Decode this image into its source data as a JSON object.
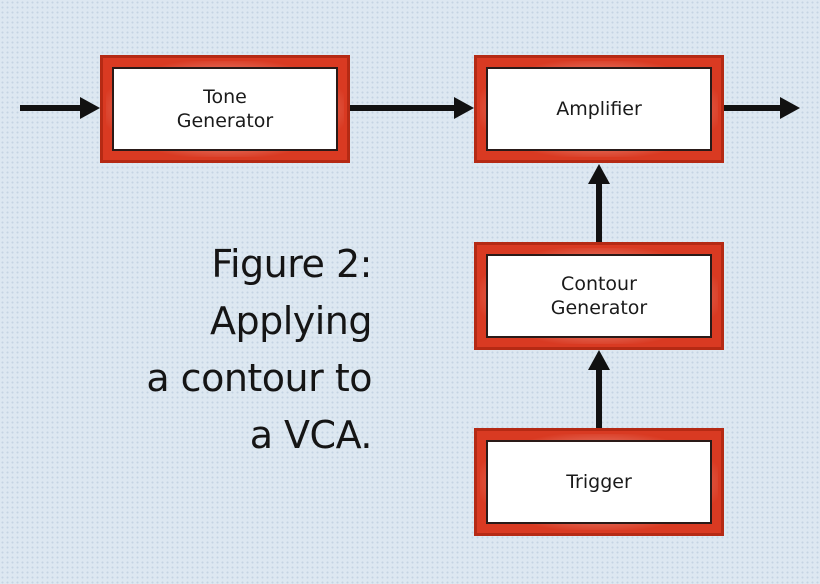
{
  "boxes": {
    "tone_generator": "Tone\nGenerator",
    "amplifier": "Amplifier",
    "contour_generator": "Contour\nGenerator",
    "trigger": "Trigger"
  },
  "caption": {
    "line1": "Figure 2:",
    "line2": "Applying",
    "line3": "a contour to",
    "line4": "a VCA."
  },
  "colors": {
    "box_frame": "#d93a22",
    "arrow": "#111111",
    "background": "#dde8f1"
  }
}
